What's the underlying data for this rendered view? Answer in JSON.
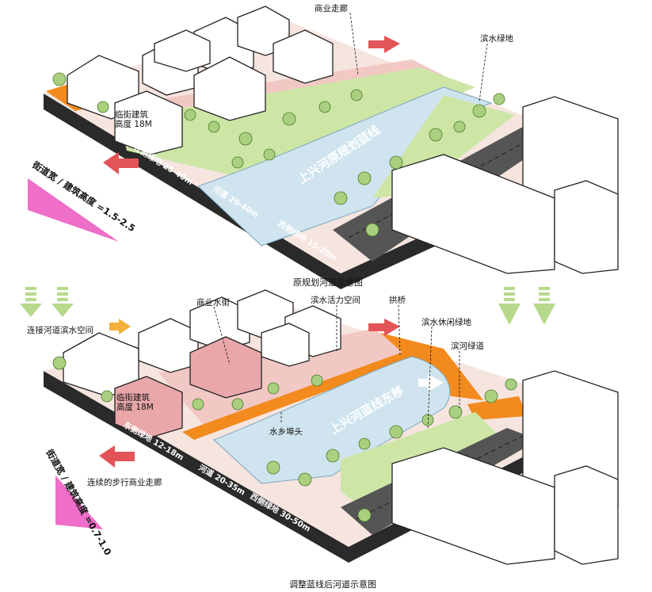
{
  "top": {
    "caption": "原规划河道示意图",
    "labels": {
      "corridor": "商业走廊",
      "waterfront_green": "滨水绿地",
      "street_building": "临街建筑\n高度 18M"
    },
    "river_text": "上兴河原规划蓝线",
    "edges": {
      "east_green": "东侧绿地 25-40m",
      "river": "河道 20-40m",
      "west_green": "西侧绿地 15-20m"
    },
    "ratio": "街道宽 / 建筑高度 =1.5-2.5"
  },
  "bottom": {
    "caption": "调整蓝线后河道示意图",
    "labels": {
      "connect": "连接河道滨水空间",
      "commercial_street": "商业水街",
      "vitality": "滨水活力空间",
      "arch_bridge": "拱桥",
      "leisure_green": "滨水休闲绿地",
      "river_greenway": "滨河绿道",
      "street_building": "临街建筑\n高度 18M",
      "pier": "水乡埠头",
      "corridor": "连续的步行商业走廊"
    },
    "river_text": "上兴河蓝线东移",
    "edges": {
      "east_green": "东侧绿地 12-18m",
      "river": "河道 20-35m",
      "west_green": "西侧绿地 30-50m"
    },
    "ratio": "街道宽 / 建筑高度 =0.7-1.0"
  },
  "colors": {
    "orange": "#f28a1e",
    "pink": "#f2c8c4",
    "green": "#cde6a6",
    "water": "#cfe4ee",
    "road": "#555555",
    "triangle": "#ee6ec8",
    "arrow": "#e25458",
    "down_arrow": "#b7d98c"
  }
}
